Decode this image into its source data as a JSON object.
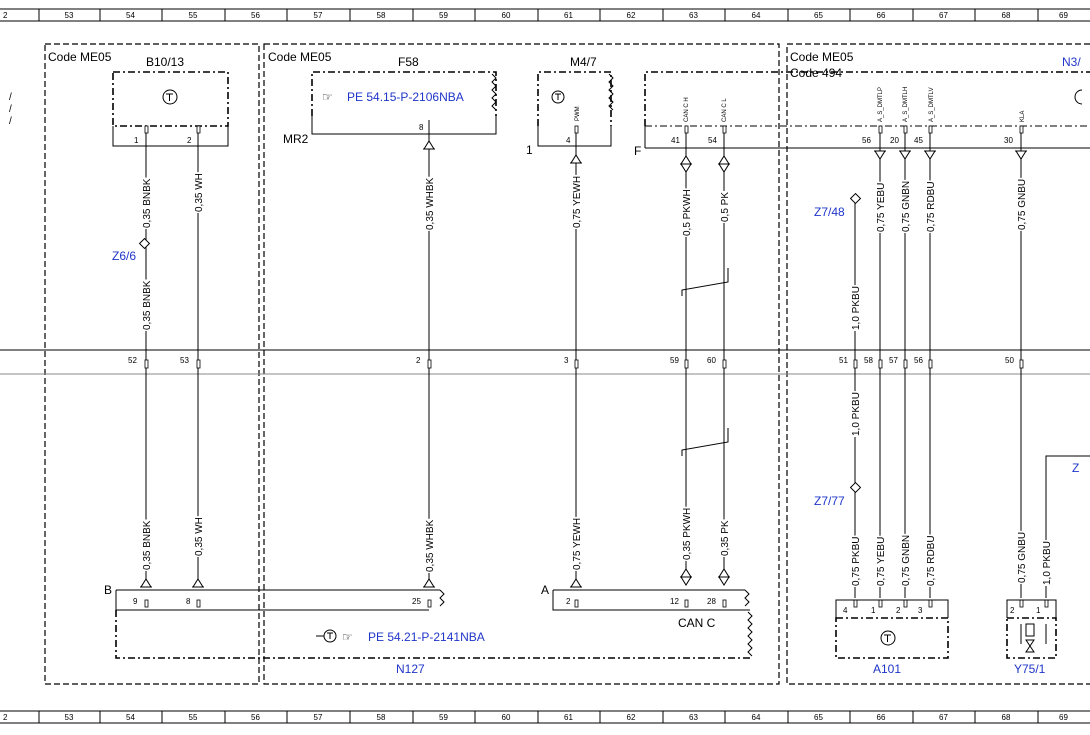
{
  "ruler": {
    "cells": [
      "2",
      "53",
      "54",
      "55",
      "56",
      "57",
      "58",
      "59",
      "60",
      "61",
      "62",
      "63",
      "64",
      "65",
      "66",
      "67",
      "68",
      "69"
    ]
  },
  "frames": {
    "left_code": "Code ME05",
    "mid_code": "Code ME05",
    "right_code": "Code ME05",
    "right_code2": "Code 494"
  },
  "components": {
    "b10": "B10/13",
    "f58": "F58",
    "m47": "M4/7",
    "n3": "N3/",
    "n127": "N127",
    "a101": "A101",
    "y75": "Y75/1",
    "z_right": "Z"
  },
  "references": {
    "f58_ref": "PE 54.15-P-2106NBA",
    "n127_ref": "PE 54.21-P-2141NBA"
  },
  "connectors": {
    "mr2": "MR2",
    "one": "1",
    "f": "F",
    "b": "B",
    "a": "A",
    "can_c": "CAN C"
  },
  "splices": {
    "z6": "Z6/6",
    "z7_48": "Z7/48",
    "z7_77": "Z7/77"
  },
  "signals": {
    "pwm": "PWM",
    "can_h": "CAN C H",
    "can_l": "CAN C L",
    "dmtlp": "A_S_DMTLP",
    "dmtlh": "A_S_DMTLH",
    "dmtlv": "A_S_DMTLV",
    "kla": "KLA"
  },
  "pins": {
    "b10_1": "1",
    "b10_2": "2",
    "f58_8": "8",
    "m47_4": "4",
    "can_41": "41",
    "can_54": "54",
    "n3_56": "56",
    "n3_20": "20",
    "n3_45": "45",
    "n3_30": "30",
    "x_52": "52",
    "x_53": "53",
    "x_2": "2",
    "x_3": "3",
    "x_59": "59",
    "x_60": "60",
    "x_51": "51",
    "x_58": "58",
    "x_57": "57",
    "x_56": "56",
    "x_50": "50",
    "b_9": "9",
    "b_8": "8",
    "b_25": "25",
    "a_2": "2",
    "a_12": "12",
    "a_28": "28",
    "a101_4": "4",
    "a101_1": "1",
    "a101_2": "2",
    "a101_3": "3",
    "y75_2": "2",
    "y75_1": "1"
  },
  "wires": {
    "w_bnbk_top": "0,35 BNBK",
    "w_wh_top": "0,35 WH",
    "w_bnbk_mid": "0,35 BNBK",
    "w_whbk_top": "0,35 WHBK",
    "w_yewh_top": "0,75 YEWH",
    "w_pkwh_top": "0,5 PKWH",
    "w_pk_top": "0,5 PK",
    "w_yebu_top": "0,75 YEBU",
    "w_gnbn_top": "0,75 GNBN",
    "w_rdbu_top": "0,75 RDBU",
    "w_gnbu_top": "0,75 GNBU",
    "w_pkbu_top": "1,0 PKBU",
    "w_pkbu_mid": "1,0 PKBU",
    "w_bnbk_bot": "0,35 BNBK",
    "w_wh_bot": "0,35 WH",
    "w_whbk_bot": "0,35 WHBK",
    "w_yewh_bot": "0,75 YEWH",
    "w_pkwh_bot": "0,35 PKWH",
    "w_pk_bot": "0,35 PK",
    "w_pkbu_bot": "0,75 PKBU",
    "w_yebu_bot": "0,75 YEBU",
    "w_gnbn_bot": "0,75 GNBN",
    "w_rdbu_bot": "0,75 RDBU",
    "w_gnbu_bot": "0,75 GNBU",
    "w_pkbu_y75": "1,0 PKBU"
  },
  "colors": {
    "reference_blue": "#1f35c9"
  }
}
